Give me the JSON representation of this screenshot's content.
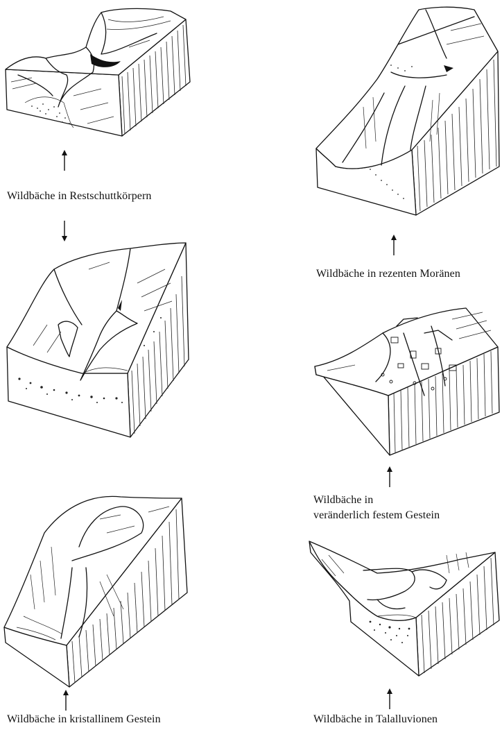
{
  "figure": {
    "panels": [
      {
        "id": "restschutt",
        "caption": "Wildbäche in Restschuttkörpern"
      },
      {
        "id": "restschutt-detail",
        "caption": ""
      },
      {
        "id": "kristallin",
        "caption": "Wildbäche in kristallinem Gestein"
      },
      {
        "id": "moraenen",
        "caption": "Wildbäche in rezenten Moränen"
      },
      {
        "id": "veraenderlich",
        "caption_line1": "Wildbäche in",
        "caption_line2": "veränderlich festem Gestein"
      },
      {
        "id": "talalluvionen",
        "caption": "Wildbäche in Talalluvionen"
      }
    ],
    "arrows": [
      {
        "id": "a1",
        "direction": "up"
      },
      {
        "id": "a2",
        "direction": "down"
      },
      {
        "id": "a3",
        "direction": "up"
      },
      {
        "id": "a4",
        "direction": "up"
      },
      {
        "id": "a5",
        "direction": "up"
      },
      {
        "id": "a6",
        "direction": "up"
      }
    ],
    "colors": {
      "ink": "#111111",
      "paper": "#ffffff"
    }
  }
}
